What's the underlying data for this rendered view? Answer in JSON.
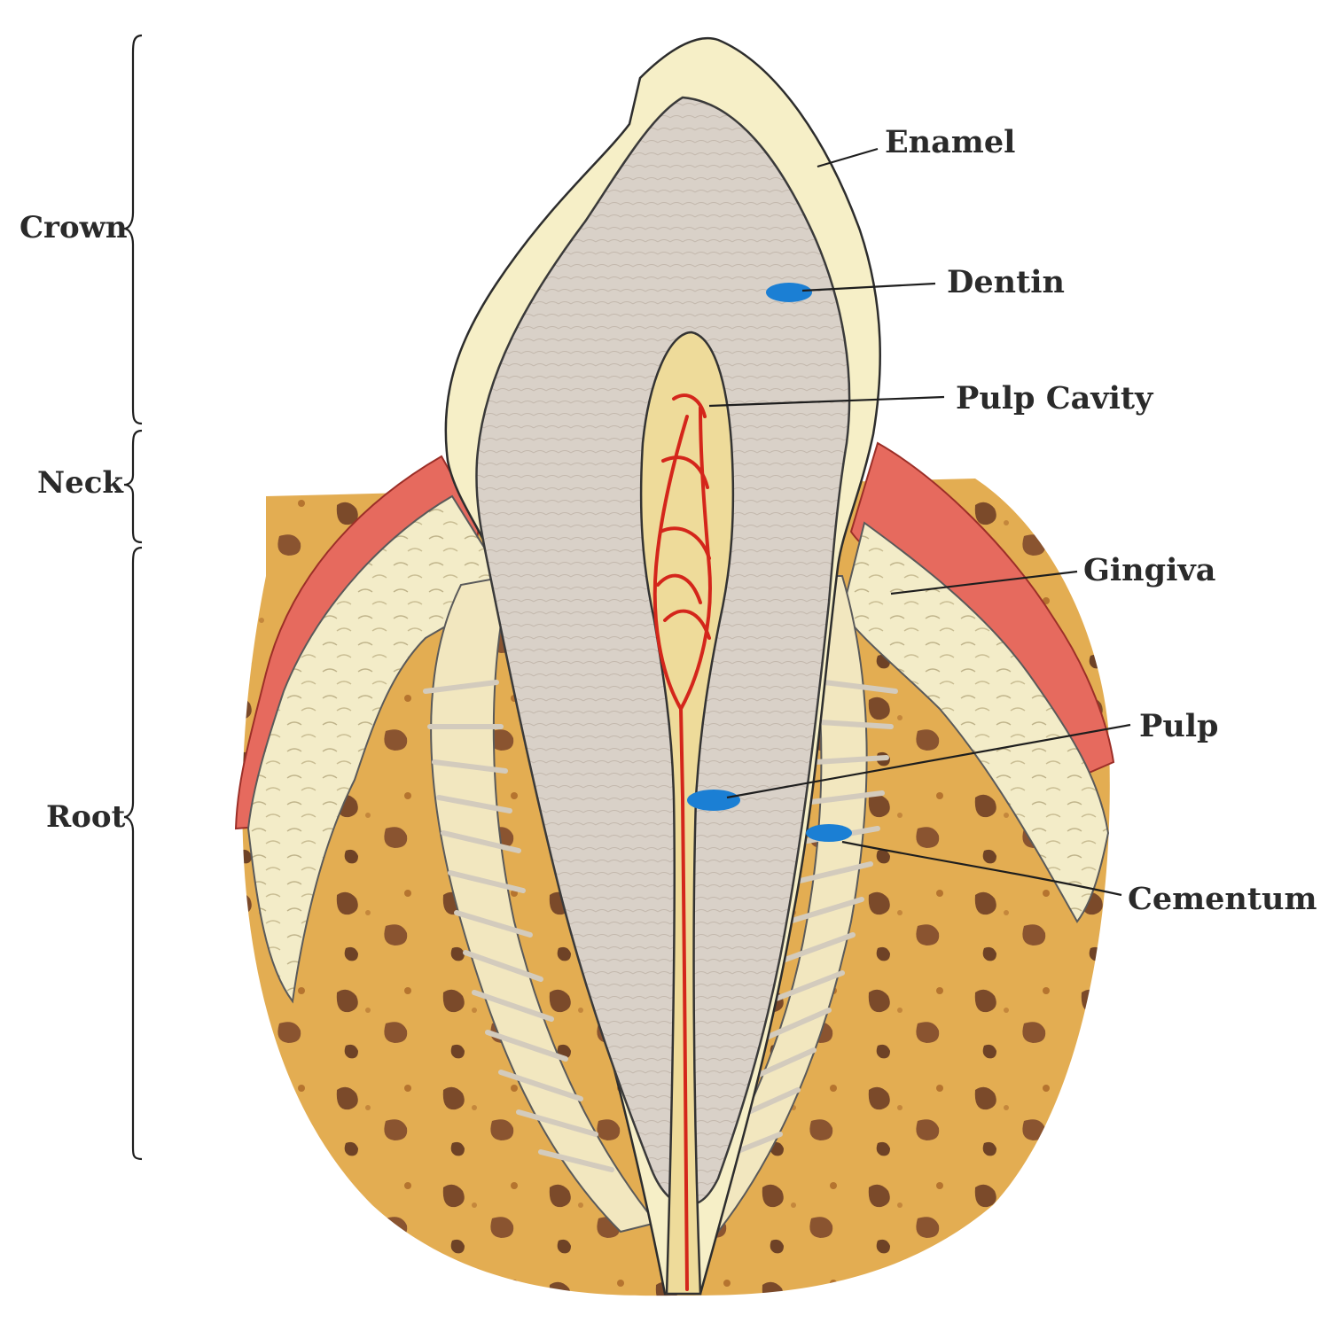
{
  "diagram": {
    "regions": [
      {
        "id": "crown",
        "label": "Crown"
      },
      {
        "id": "neck",
        "label": "Neck"
      },
      {
        "id": "root",
        "label": "Root"
      }
    ],
    "structures": [
      {
        "id": "enamel",
        "label": "Enamel"
      },
      {
        "id": "dentin",
        "label": "Dentin"
      },
      {
        "id": "pulp_cavity",
        "label": "Pulp Cavity"
      },
      {
        "id": "gingiva",
        "label": "Gingiva"
      },
      {
        "id": "pulp",
        "label": "Pulp"
      },
      {
        "id": "cementum",
        "label": "Cementum"
      }
    ],
    "colors": {
      "enamel": "#f6f0c9",
      "dentin": "#d8d0c6",
      "gingiva_edge": "#e0564f",
      "bone": "#e2ac4c",
      "vessel": "#d4261b",
      "marker": "#1b7fd4"
    }
  }
}
